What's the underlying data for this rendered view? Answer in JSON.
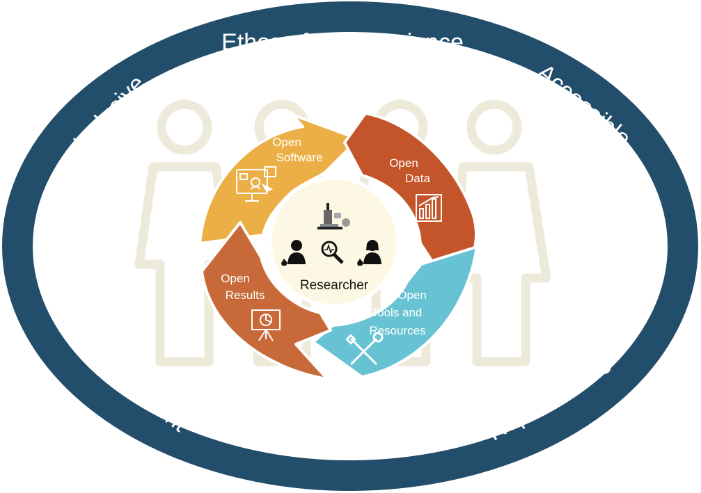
{
  "ring": {
    "title": "Ethos of Open Science",
    "left_top": "Inclusive",
    "right_top": "Accessible",
    "left_bottom": "Transparent",
    "right_bottom": "Reproducible"
  },
  "segments": {
    "software": {
      "line1": "Open",
      "line2": "Software",
      "color": "#ECAF46",
      "icon": "software-icon"
    },
    "data": {
      "line1": "Open",
      "line2": "Data",
      "color": "#C4552A",
      "icon": "bar-chart-icon"
    },
    "tools": {
      "line1": "Open",
      "line2": "Tools and",
      "line3": "Resources",
      "color": "#67C3D3",
      "icon": "wrench-screwdriver-icon"
    },
    "results": {
      "line1": "Open",
      "line2": "Results",
      "color": "#C8693A",
      "icon": "presentation-board-icon"
    }
  },
  "center": {
    "label": "Researcher",
    "fill": "#FDF8E3",
    "icons": [
      "microscope-icon",
      "male-scientist-icon",
      "magnifier-icon",
      "female-scientist-icon"
    ]
  },
  "colors": {
    "ring": "#234E6B",
    "silhouettes": "#EEEADA"
  }
}
